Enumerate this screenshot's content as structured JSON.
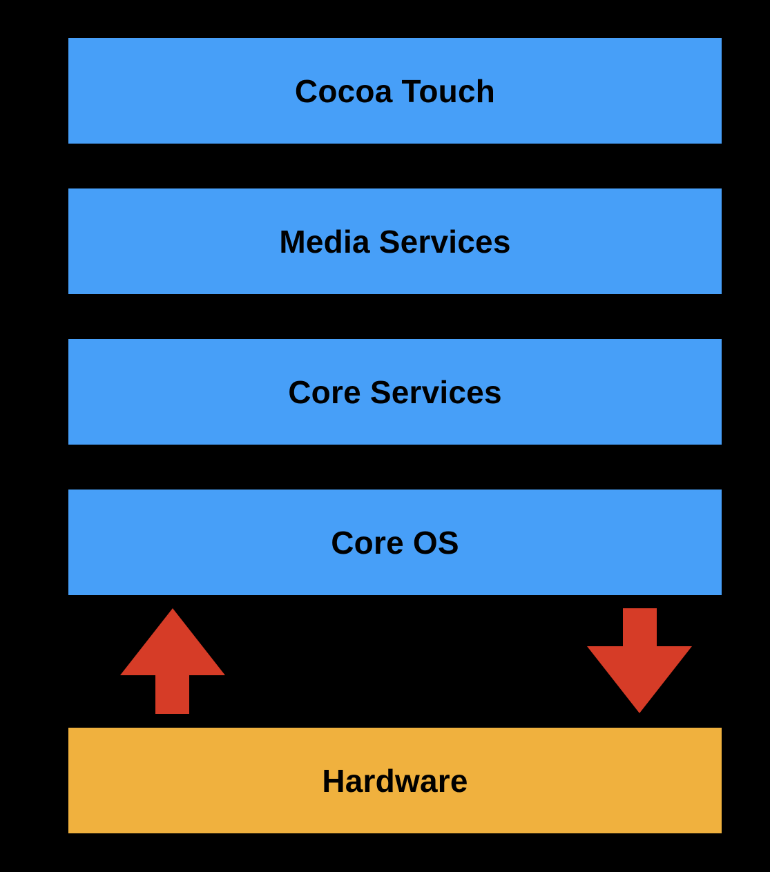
{
  "diagram": {
    "layers": [
      {
        "label": "Cocoa Touch",
        "color": "#479ff8"
      },
      {
        "label": "Media Services",
        "color": "#479ff8"
      },
      {
        "label": "Core Services",
        "color": "#479ff8"
      },
      {
        "label": "Core OS",
        "color": "#479ff8"
      }
    ],
    "hardware": {
      "label": "Hardware",
      "color": "#f0b13e"
    },
    "arrows": {
      "up": {
        "icon": "arrow-up-icon",
        "color": "#d63c27"
      },
      "down": {
        "icon": "arrow-down-icon",
        "color": "#d63c27"
      }
    },
    "background": "#000000"
  }
}
